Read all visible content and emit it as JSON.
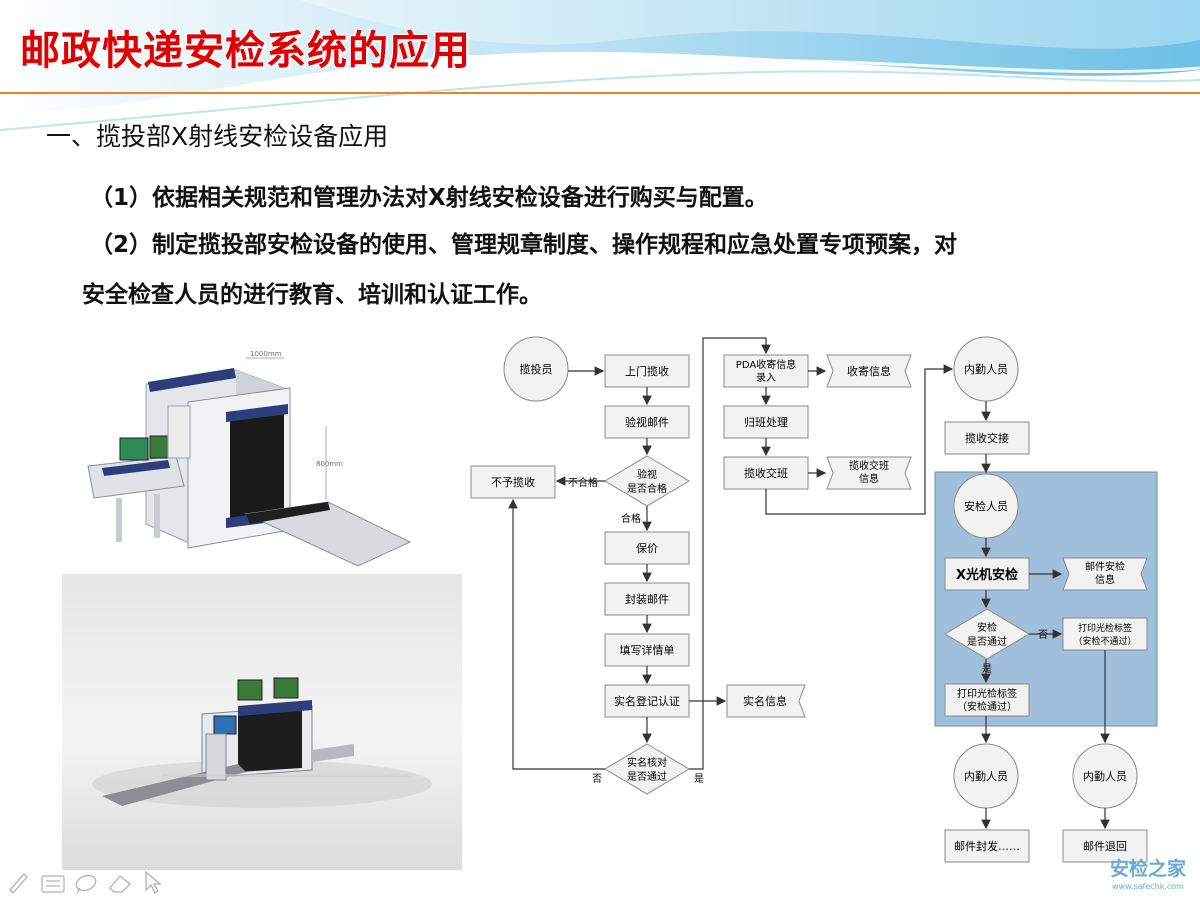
{
  "slide": {
    "title": "邮政快递安检系统的应用",
    "section_heading": "一、揽投部X射线安检设备应用",
    "item1": "（1）依据相关规范和管理办法对X射线安检设备进行购买与配置。",
    "item2_line1": "（2）制定揽投部安检设备的使用、管理规章制度、操作规程和应急处置专项预案，对",
    "item2_line2": "安全检查人员的进行教育、培训和认证工作。"
  },
  "photo_top": {
    "dim_width": "1000mm",
    "dim_height": "800mm"
  },
  "flowchart": {
    "nodes": {
      "n_lantouyuan": "揽投员",
      "n_shangmen": "上门揽收",
      "n_yanshi": "验视邮件",
      "n_decision1_line1": "验视",
      "n_decision1_line2": "是否合格",
      "n_buyu": "不予揽收",
      "lbl_buhege": "不合格",
      "lbl_hege": "合格",
      "n_baojia": "保价",
      "n_fengzhuang": "封装邮件",
      "n_tianxie": "填写详情单",
      "n_shiming": "实名登记认证",
      "n_shiming_info": "实名信息",
      "n_decision2_line1": "实名核对",
      "n_decision2_line2": "是否通过",
      "lbl_fou1": "否",
      "lbl_shi1": "是",
      "n_pda_line1": "PDA收寄信息",
      "n_pda_line2": "录入",
      "n_shouji_info": "收寄信息",
      "n_guiban": "归班处理",
      "n_lanshou_jiaoban": "揽收交班",
      "n_jiaoban_info_line1": "揽收交班",
      "n_jiaoban_info_line2": "信息",
      "n_neiqin1": "内勤人员",
      "n_lanshou_jiaojie": "揽收交接",
      "n_anjian_renyuan": "安检人员",
      "n_xguang": "X光机安检",
      "n_anjian_info_line1": "邮件安检",
      "n_anjian_info_line2": "信息",
      "n_decision3_line1": "安检",
      "n_decision3_line2": "是否通过",
      "lbl_fou2": "否",
      "lbl_shi2": "是",
      "n_print_fail_line1": "打印光检标签",
      "n_print_fail_line2": "（安检不通过）",
      "n_print_pass_line1": "打印光检标签",
      "n_print_pass_line2": "（安检通过）",
      "n_neiqin2": "内勤人员",
      "n_neiqin3": "内勤人员",
      "n_fengfa": "邮件封发……",
      "n_tuihui": "邮件退回"
    }
  },
  "toolbar": {
    "icons": [
      "pen-icon",
      "keyboard-icon",
      "lasso-icon",
      "eraser-icon",
      "pointer-icon"
    ]
  },
  "watermark": {
    "brand": "安检之家",
    "url": "www.safechk.com"
  },
  "colors": {
    "title_red": "#e00000",
    "wave_blue": "#7fc8e8",
    "accent_line": "#f08020",
    "security_panel": "#9fbfda",
    "node_fill": "#f2f2f2",
    "node_stroke": "#8a8a8a"
  }
}
